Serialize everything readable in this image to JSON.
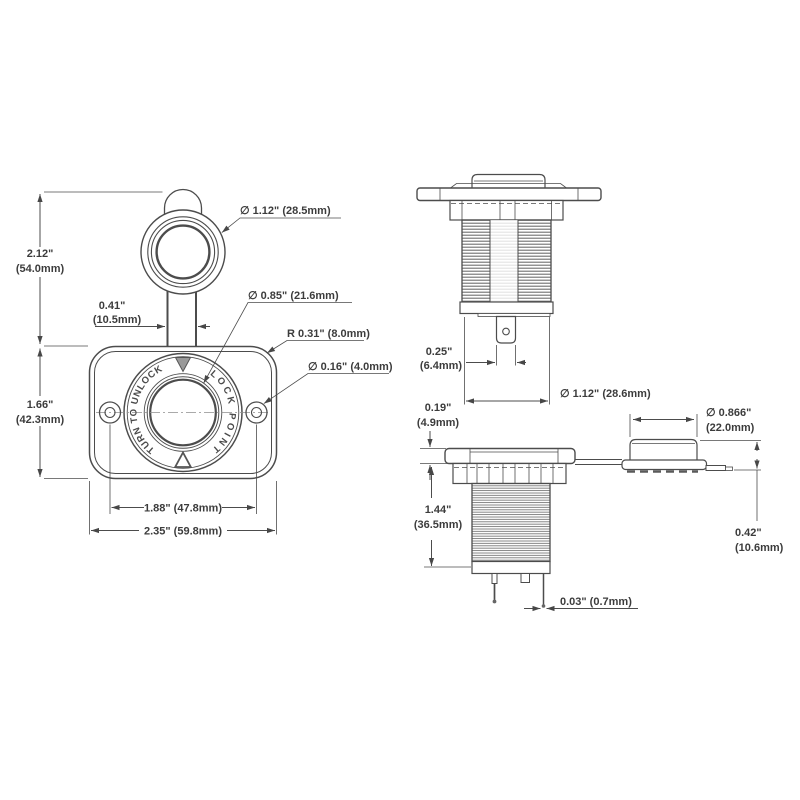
{
  "drawing": {
    "type": "dimension-drawing",
    "subject": "12V accessory socket with cover cap",
    "colors": {
      "background": "#ffffff",
      "line": "#4c4c4c",
      "text": "#3c3c3c",
      "thread_fill": "#6e6e6e"
    }
  },
  "front_view": {
    "overall_height": {
      "in": "2.12\"",
      "mm": "(54.0mm)"
    },
    "tether_gap": {
      "in": "0.41\"",
      "mm": "(10.5mm)"
    },
    "plate_height": {
      "in": "1.66\"",
      "mm": "(42.3mm)"
    },
    "cap_diameter": "∅ 1.12\" (28.5mm)",
    "recess_diameter": "∅ 0.85\" (21.6mm)",
    "corner_radius": "R 0.31\" (8.0mm)",
    "hole_diameter": "∅ 0.16\" (4.0mm)",
    "hole_spacing": "1.88\" (47.8mm)",
    "plate_width": "2.35\" (59.8mm)",
    "bezel_text_left": "TURN TO UNLOCK",
    "bezel_text_right": "LOCK POINT"
  },
  "rear_view": {
    "terminal_width": {
      "in": "0.25\"",
      "mm": "(6.4mm)"
    },
    "barrel_diameter": "∅ 1.12\" (28.6mm)"
  },
  "installed_view": {
    "flange_thickness": {
      "in": "0.19\"",
      "mm": "(4.9mm)"
    },
    "body_depth": {
      "in": "1.44\"",
      "mm": "(36.5mm)"
    },
    "pin_diameter": "0.03\" (0.7mm)",
    "cap_diameter": {
      "in": "∅ 0.866\"",
      "mm": "(22.0mm)"
    },
    "cap_height": {
      "in": "0.42\"",
      "mm": "(10.6mm)"
    }
  }
}
